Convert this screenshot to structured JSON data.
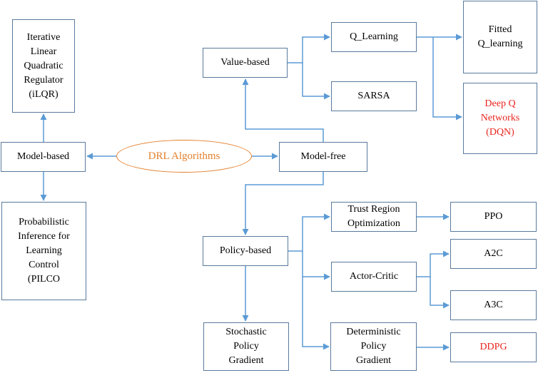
{
  "colors": {
    "connector": "#5b9bd5",
    "box_border": "#5a7a9c",
    "center_accent": "#e37f2c",
    "highlight_text": "#e8241d"
  },
  "center": {
    "label": "DRL Algorithms"
  },
  "nodes": {
    "ilqr": "Iterative\nLinear\nQuadratic\nRegulator\n(iLQR)",
    "model_based": "Model-based",
    "pilco": "Probabilistic\nInference for\nLearning\nControl\n(PILCO",
    "model_free": "Model-free",
    "value_based": "Value-based",
    "q_learning": "Q_Learning",
    "sarsa": "SARSA",
    "fitted_q": "Fitted\nQ_learning",
    "dqn": "Deep Q\nNetworks\n(DQN)",
    "policy_based": "Policy-based",
    "trust_region": "Trust Region\nOptimization",
    "ppo": "PPO",
    "actor_critic": "Actor-Critic",
    "a2c": "A2C",
    "a3c": "A3C",
    "deterministic_pg": "Deterministic\nPolicy\nGradient",
    "ddpg": "DDPG",
    "stochastic_pg": "Stochastic\nPolicy\nGradient"
  },
  "highlighted": [
    "dqn",
    "ddpg"
  ]
}
